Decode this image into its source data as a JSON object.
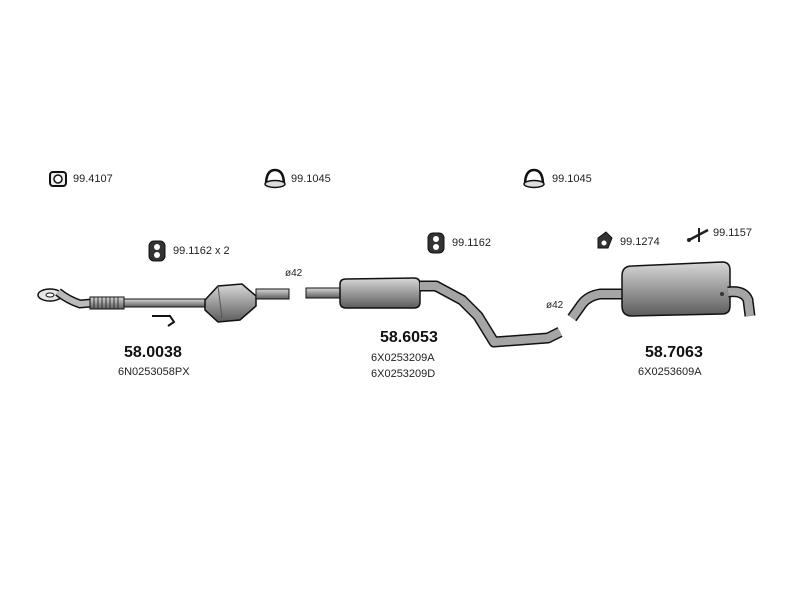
{
  "hardware": {
    "clamp_ring": "99.4107",
    "clamp_u_a": "99.1045",
    "clamp_u_b": "99.1045",
    "hanger_front": "99.1162 x 2",
    "hanger_mid": "99.1162",
    "hanger_rear": "99.1274",
    "bracket_rear": "99.1157"
  },
  "diameters": {
    "front": "ø42",
    "rear": "ø42"
  },
  "parts": {
    "front": {
      "code": "58.0038",
      "refs": [
        "6N0253058PX"
      ]
    },
    "middle": {
      "code": "58.6053",
      "refs": [
        "6X0253209A",
        "6X0253209D"
      ]
    },
    "rear": {
      "code": "58.7063",
      "refs": [
        "6X0253609A"
      ]
    }
  }
}
